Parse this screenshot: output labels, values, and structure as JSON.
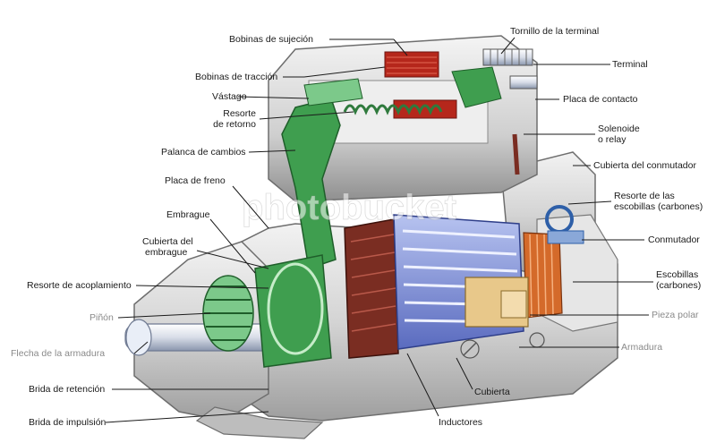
{
  "diagram": {
    "labels": {
      "bobinas_sujecion": "Bobinas de sujeción",
      "bobinas_traccion": "Bobinas de tracción",
      "vastago": "Vástago",
      "resorte_retorno_1": "Resorte",
      "resorte_retorno_2": "de retorno",
      "palanca_cambios": "Palanca de cambios",
      "placa_freno": "Placa de freno",
      "embrague": "Embrague",
      "cubierta_embrague_1": "Cubierta del",
      "cubierta_embrague_2": "embrague",
      "resorte_acoplamiento": "Resorte de acoplamiento",
      "pinon": "Piñón",
      "flecha_armadura": "Flecha de la armadura",
      "brida_retencion": "Brida de retención",
      "brida_impulsion": "Brida de impulsión",
      "tornillo_terminal": "Tornillo de la terminal",
      "terminal": "Terminal",
      "placa_contacto": "Placa de contacto",
      "solenoide_1": "Solenoide",
      "solenoide_2": "o relay",
      "cubierta_conmutador": "Cubierta del conmutador",
      "resorte_escobillas_1": "Resorte de las",
      "resorte_escobillas_2": "escobillas (carbones)",
      "conmutador": "Conmutador",
      "escobillas_1": "Escobillas",
      "escobillas_2": "(carbones)",
      "pieza_polar": "Pieza polar",
      "armadura": "Armadura",
      "cubierta": "Cubierta",
      "inductores": "Inductores"
    },
    "watermark": "photobucket",
    "colors": {
      "housing": "#d9d9d9",
      "housing_shadow": "#9c9c9c",
      "green_parts": "#3f9e4f",
      "green_light": "#7cc98a",
      "coil_red": "#b5271b",
      "armature_blue": "#7d8fd6",
      "armature_dark": "#7a2d22",
      "copper": "#d46a2a",
      "brush_beige": "#e8c88a",
      "blue_accent": "#2e5fa8"
    }
  }
}
